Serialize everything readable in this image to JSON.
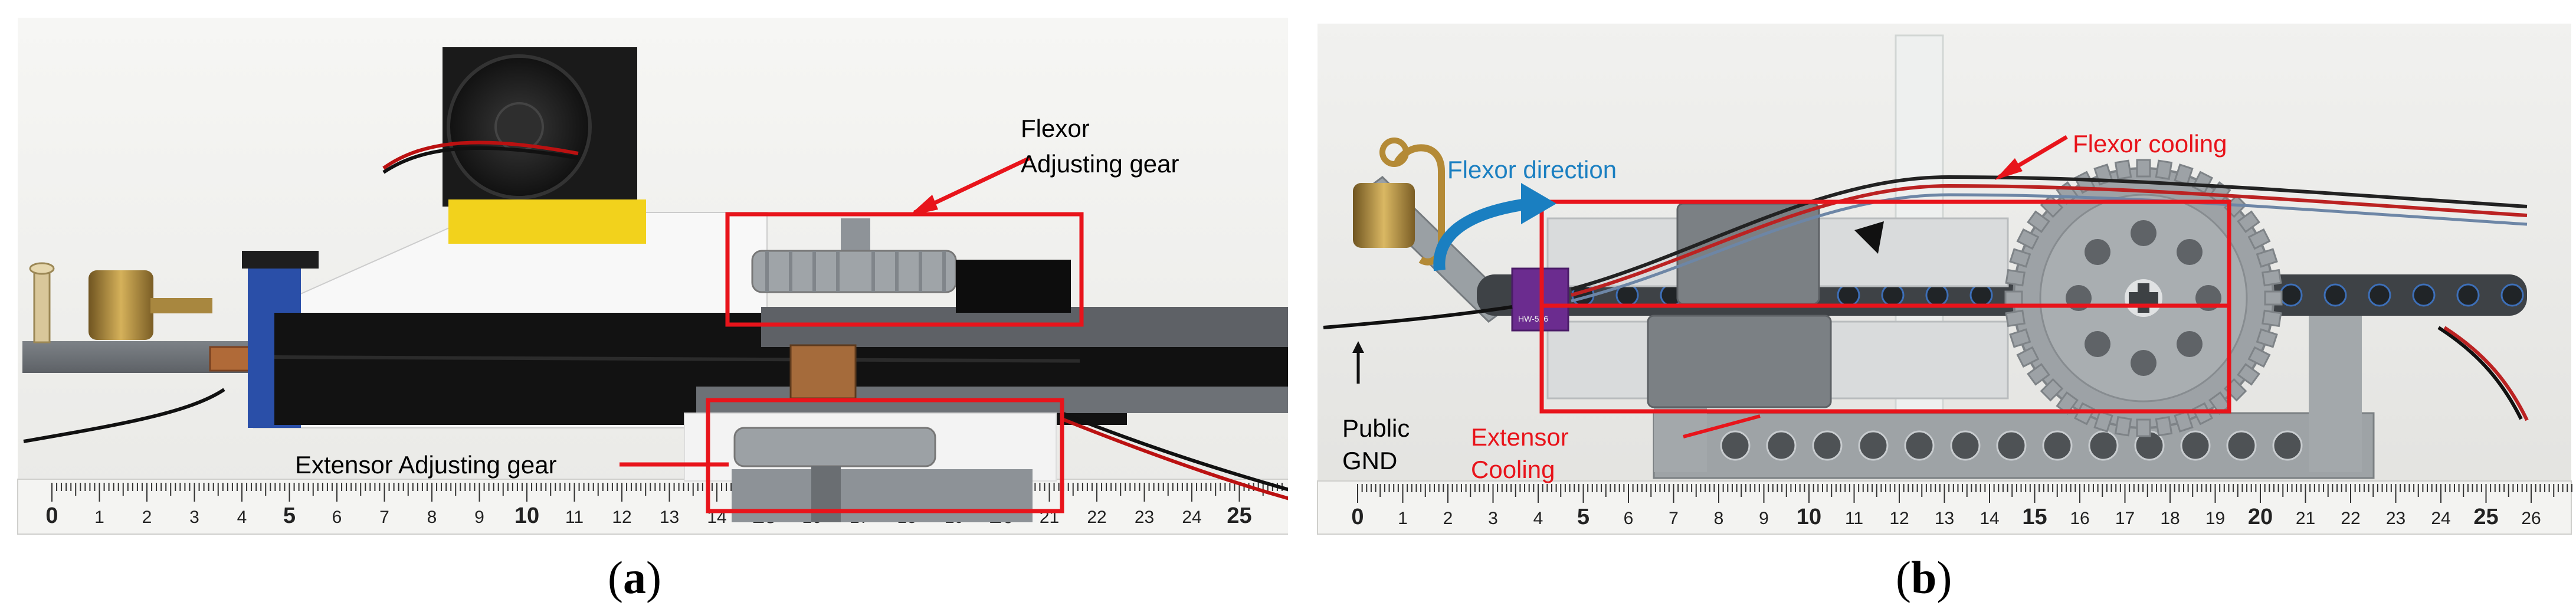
{
  "panels": [
    {
      "id": "a",
      "caption_letter": "a",
      "annotations": {
        "flexor_line1": "Flexor",
        "flexor_line2": "Adjusting gear",
        "extensor": "Extensor Adjusting gear"
      },
      "ruler_numbers": [
        "0",
        "1",
        "2",
        "3",
        "4",
        "5",
        "6",
        "7",
        "8",
        "9",
        "10",
        "11",
        "12",
        "13",
        "14",
        "15",
        "16",
        "17",
        "18",
        "19",
        "20",
        "21",
        "22",
        "23",
        "24",
        "25",
        "2"
      ]
    },
    {
      "id": "b",
      "caption_letter": "b",
      "annotations": {
        "flexor_direction": "Flexor direction",
        "flexor_cooling": "Flexor cooling",
        "public_line1": "Public",
        "public_line2": "GND",
        "extensor_line1": "Extensor",
        "extensor_line2": "Cooling",
        "chip_label": "HW-526"
      },
      "ruler_numbers": [
        "0",
        "1",
        "2",
        "3",
        "4",
        "5",
        "6",
        "7",
        "8",
        "9",
        "10",
        "11",
        "12",
        "13",
        "14",
        "15",
        "16",
        "17",
        "18",
        "19",
        "20",
        "21",
        "22",
        "23",
        "24",
        "25",
        "26"
      ]
    }
  ],
  "colors": {
    "annotation_red": "#e8141b",
    "annotation_blue": "#1a7fc1",
    "tape_black": "#141414",
    "lego_gray": "#8f959a",
    "fan_yellow": "#f2d21c",
    "brass": "#b9913d",
    "chip_purple": "#6b2c8f"
  }
}
